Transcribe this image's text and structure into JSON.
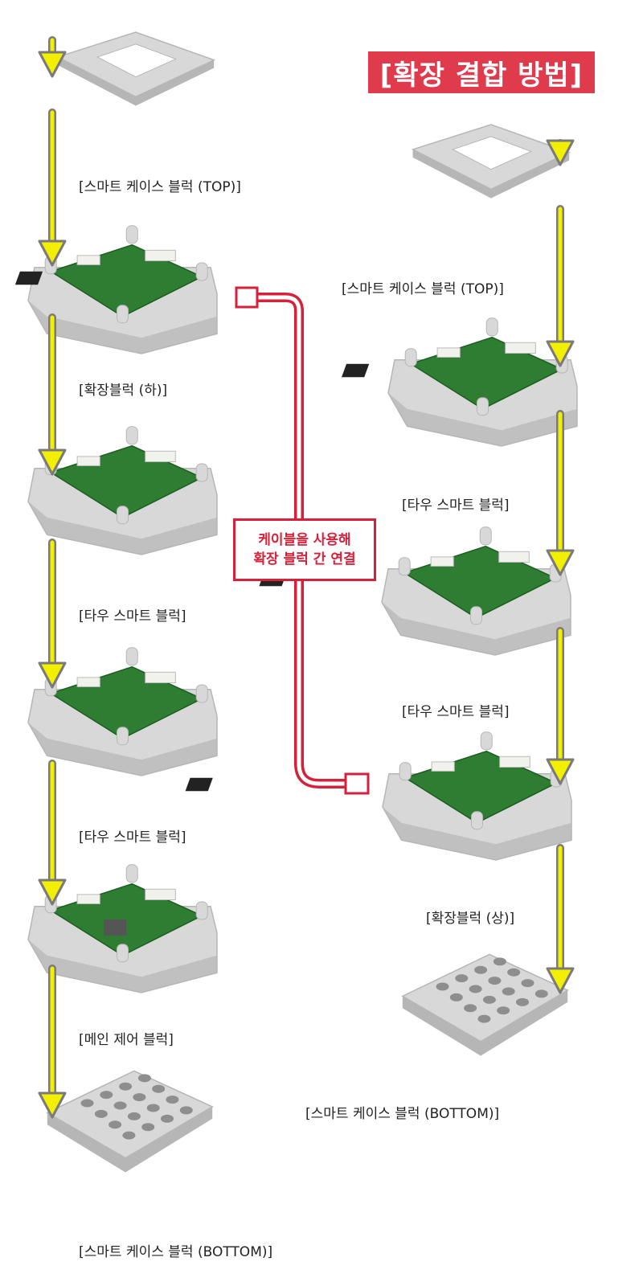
{
  "title": "[확장 결합 방법]",
  "colors": {
    "title_bg": "#e03a4d",
    "cable": "#d6213a",
    "arrow_fill": "#f2f000",
    "arrow_outline": "#7a7a7a",
    "case": "#d8d8d8",
    "case_dark": "#b6b6b6",
    "pcb": "#2e7d32",
    "pcb_dark": "#1b5e20"
  },
  "cable_note": {
    "line1": "케이블을 사용해",
    "line2": "확장 블럭 간 연결"
  },
  "left_stack": [
    {
      "label": "[스마트 케이스 블럭 (TOP)]",
      "kind": "case-top"
    },
    {
      "label": "[확장블럭 (하)]",
      "kind": "expansion-block"
    },
    {
      "label": "[타우 스마트 블럭]",
      "kind": "smart-block"
    },
    {
      "label": "[타우 스마트 블럭]",
      "kind": "smart-block"
    },
    {
      "label": "[메인 제어 블럭]",
      "kind": "main-control-block"
    },
    {
      "label": "[스마트 케이스 블럭 (BOTTOM)]",
      "kind": "case-bottom"
    }
  ],
  "right_stack": [
    {
      "label": "[스마트 케이스 블럭 (TOP)]",
      "kind": "case-top"
    },
    {
      "label": "[타우 스마트 블럭]",
      "kind": "smart-block"
    },
    {
      "label": "[타우 스마트 블럭]",
      "kind": "smart-block"
    },
    {
      "label": "[확장블럭 (상)]",
      "kind": "expansion-block"
    },
    {
      "label": "[스마트 케이스 블럭 (BOTTOM)]",
      "kind": "case-bottom"
    }
  ]
}
